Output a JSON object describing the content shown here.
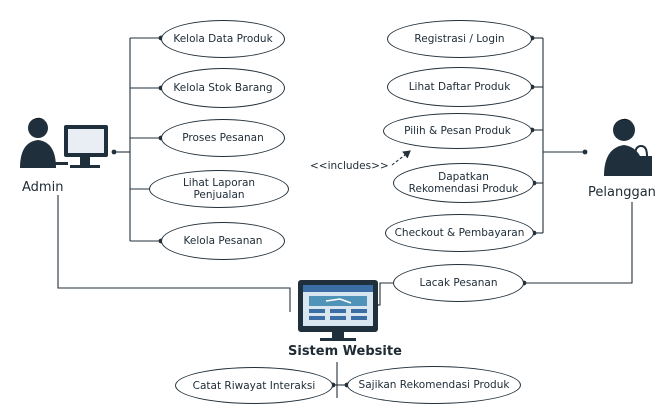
{
  "actors": {
    "admin": "Admin",
    "pelanggan": "Pelanggan"
  },
  "system": {
    "label": "Sistem Website"
  },
  "includes_label": "<<includes>>",
  "admin_usecases": [
    "Kelola Data Produk",
    "Kelola Stok Barang",
    "Proses Pesanan",
    "Lihat Laporan Penjualan",
    "Kelola Pesanan"
  ],
  "pelanggan_usecases": [
    "Registrasi / Login",
    "Lihat Daftar Produk",
    "Pilih & Pesan Produk",
    "Dapatkan Rekomendasi Produk",
    "Checkout & Pembayaran",
    "Lacak Pesanan"
  ],
  "system_usecases": [
    "Catat Riwayat Interaksi",
    "Sajikan Rekomendasi Produk"
  ],
  "colors": {
    "line": "#22303b",
    "actor_dark": "#1f2f3c",
    "screen_blue": "#3a6ea5",
    "accent_teal": "#4f93b8"
  }
}
